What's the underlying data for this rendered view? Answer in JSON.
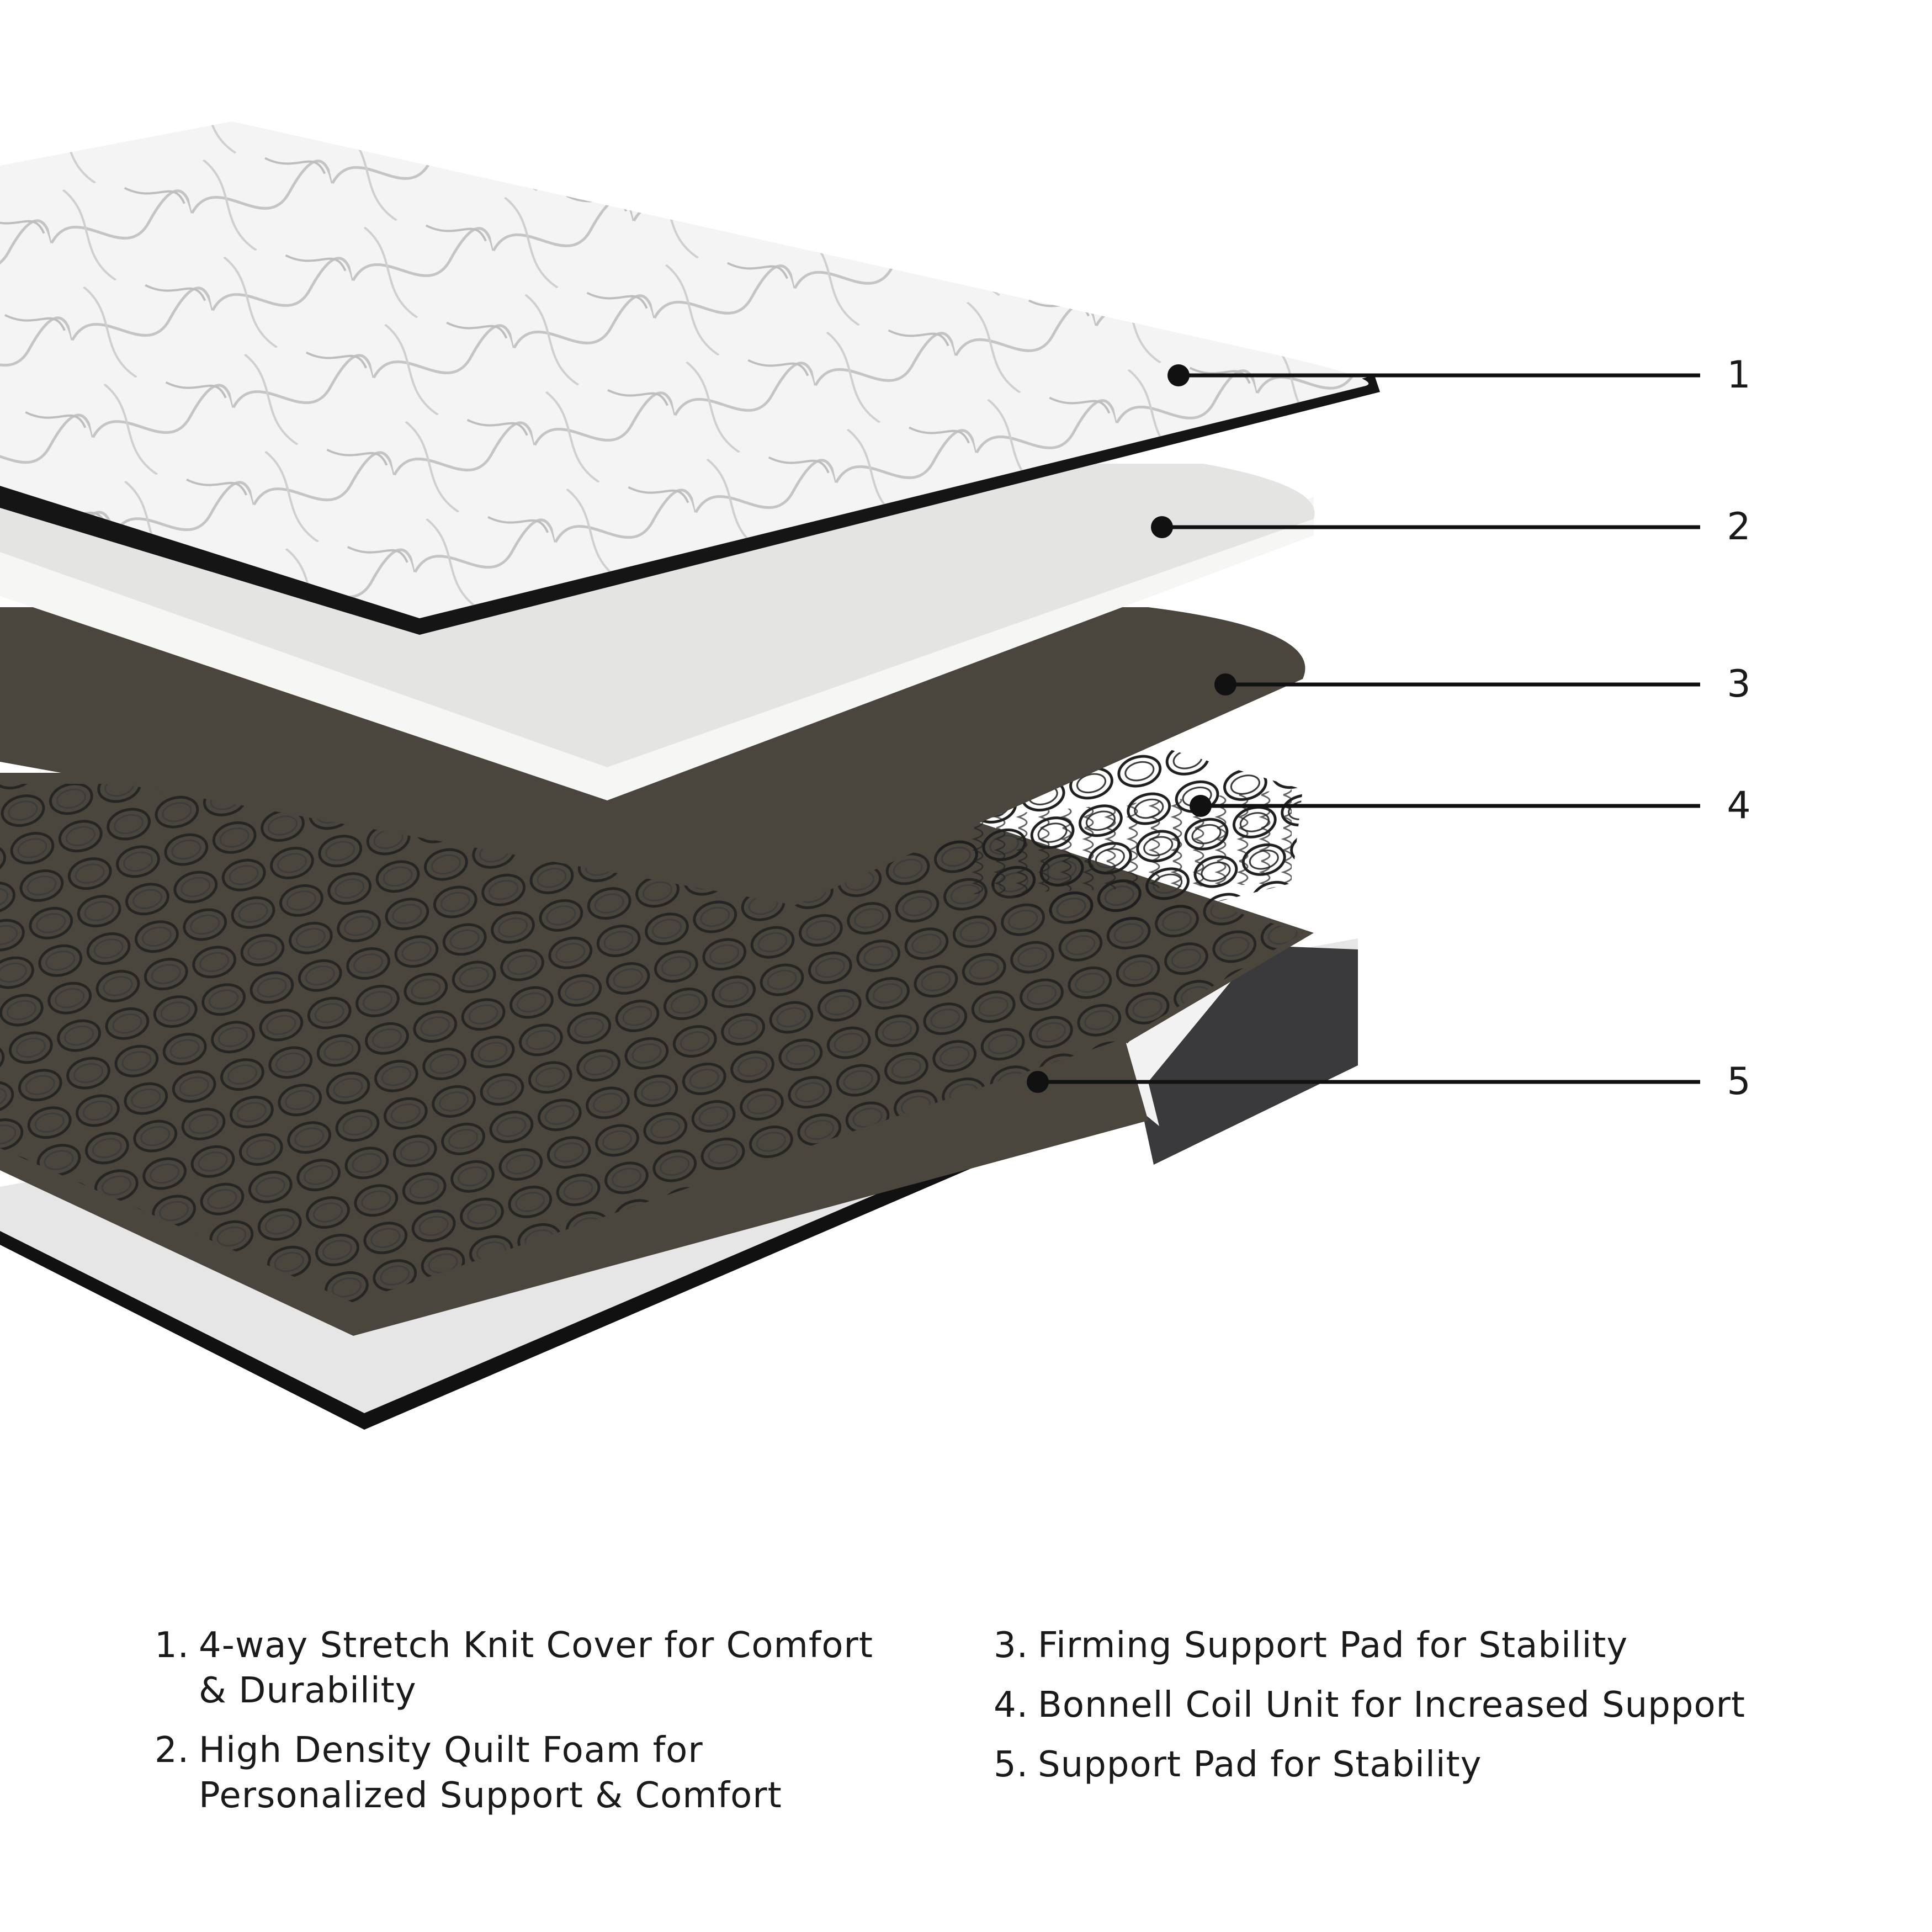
{
  "colors": {
    "cover": "#f4f4f4",
    "cover_pattern": "#b9b9b9",
    "trim": "#151515",
    "foam": "#ececea",
    "pad": "#4a463e",
    "coils": "#2b2b2b",
    "border": "#3a3a3c",
    "line": "#111111"
  },
  "callouts": [
    {
      "number": "1"
    },
    {
      "number": "2"
    },
    {
      "number": "3"
    },
    {
      "number": "4"
    },
    {
      "number": "5"
    }
  ],
  "legend": {
    "left": [
      {
        "num": "1.",
        "lines": [
          "4-way Stretch Knit Cover for Comfort",
          "& Durability"
        ]
      },
      {
        "num": "2.",
        "lines": [
          "High Density Quilt Foam for",
          "Personalized Support & Comfort"
        ]
      }
    ],
    "right": [
      {
        "num": "3.",
        "lines": [
          "Firming Support Pad for Stability"
        ]
      },
      {
        "num": "4.",
        "lines": [
          "Bonnell Coil Unit for Increased Support"
        ]
      },
      {
        "num": "5.",
        "lines": [
          "Support Pad for Stability"
        ]
      }
    ]
  }
}
